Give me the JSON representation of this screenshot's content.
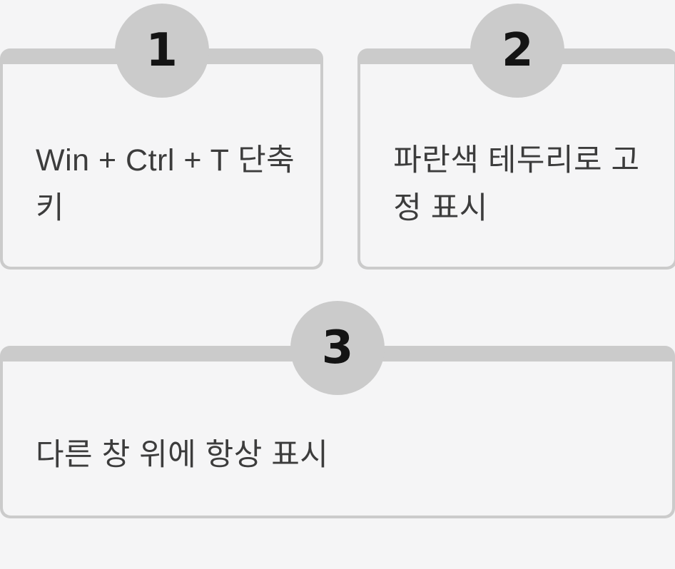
{
  "page": {
    "background_color": "#f5f5f6",
    "accent_gray": "#cbcbcb",
    "text_color": "#3c3c3c",
    "number_color": "#141414"
  },
  "steps": [
    {
      "number": "1",
      "text": "Win + Ctrl + T 단축키",
      "lines": [
        "Win + Ctrl + T 단축",
        "키"
      ]
    },
    {
      "number": "2",
      "text": "파란색 테두리로 고정 표시",
      "lines": [
        "파란색 테두리로 고",
        "정 표시"
      ]
    },
    {
      "number": "3",
      "text": "다른 창 위에 항상 표시",
      "lines": [
        "다른 창 위에 항상 표시"
      ]
    }
  ]
}
